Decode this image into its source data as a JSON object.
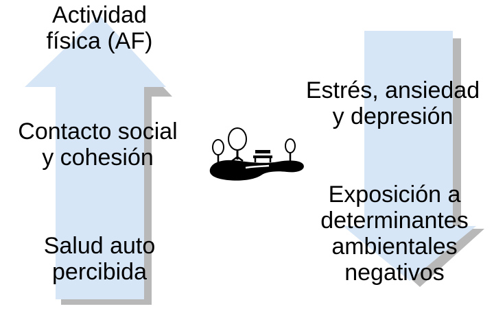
{
  "increase_arrow": {
    "direction": "up",
    "fill": "#d6e6f6",
    "shadow": "#b8b8b8",
    "labels": [
      {
        "lines": [
          "Actividad",
          "física (AF)"
        ]
      },
      {
        "lines": [
          "Contacto social",
          "y cohesión"
        ]
      },
      {
        "lines": [
          "Salud auto",
          "percibida"
        ]
      }
    ]
  },
  "decrease_arrow": {
    "direction": "down",
    "fill": "#d6e6f6",
    "shadow": "#b8b8b8",
    "labels": [
      {
        "lines": [
          "Estrés, ansiedad",
          "y depresión"
        ]
      },
      {
        "lines": [
          "Exposición a",
          "determinantes",
          "ambientales",
          "negativos"
        ]
      }
    ]
  },
  "center_icon": "park-with-trees-bench-and-path-icon"
}
